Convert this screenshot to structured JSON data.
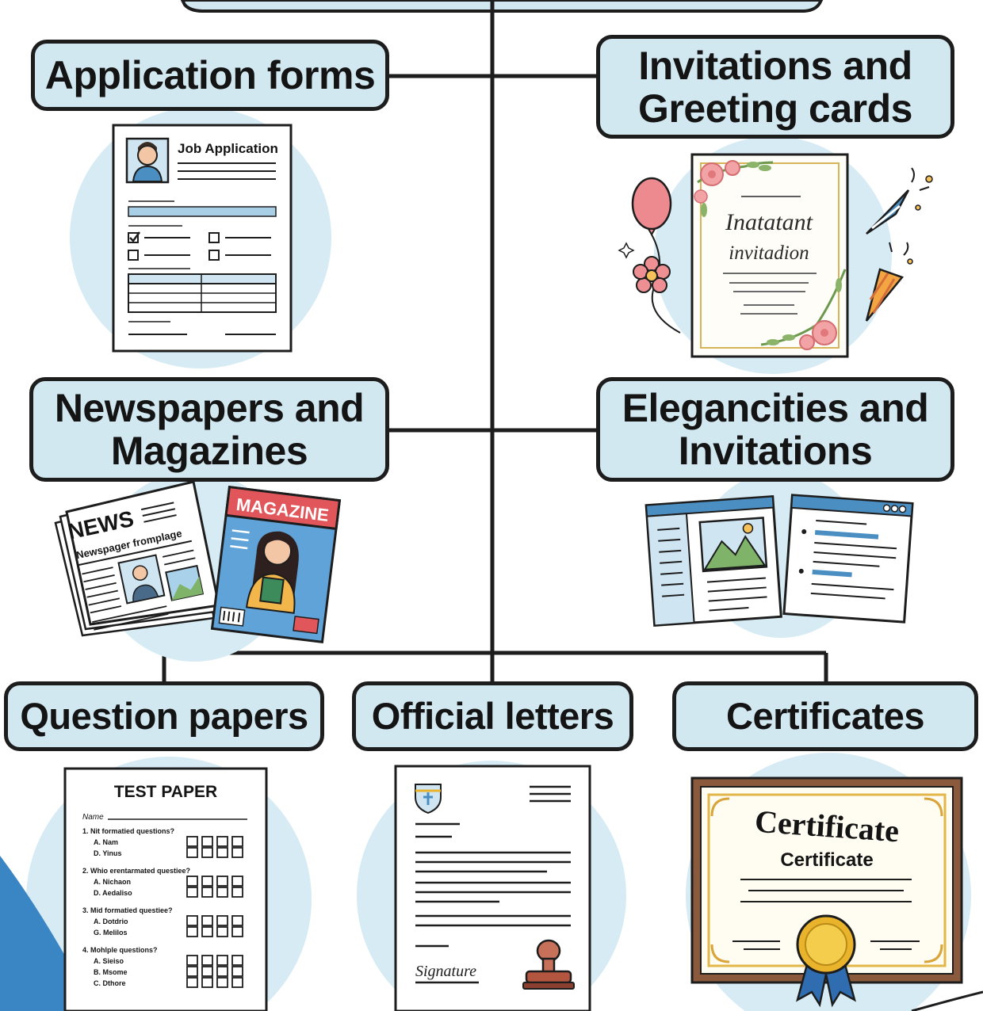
{
  "diagram": {
    "nodes": {
      "application_forms": {
        "label": "Application forms"
      },
      "invitations_greeting": {
        "line1": "Invitations and",
        "line2": "Greeting cards"
      },
      "newspapers_magazines": {
        "line1": "Newspapers and",
        "line2": "Magazines"
      },
      "elegancities_invitations": {
        "line1": "Elegancities and",
        "line2": "Invitations"
      },
      "question_papers": {
        "label": "Question papers"
      },
      "official_letters": {
        "label": "Official letters"
      },
      "certificates": {
        "label": "Certificates"
      }
    },
    "illustrations": {
      "job_application": {
        "title": "Job Application"
      },
      "invitation_card": {
        "script_line1": "Inatatant",
        "script_line2": "invitadion"
      },
      "newspaper": {
        "masthead": "NEWS",
        "subtitle": "Newspager fromplage"
      },
      "magazine": {
        "title": "MAGAZINE"
      },
      "test_paper": {
        "title": "TEST PAPER",
        "name_label": "Name",
        "questions": [
          {
            "q": "1. Nit formatied questions?",
            "options": [
              "A. Nam",
              "D. Yinus"
            ]
          },
          {
            "q": "2. Whio erentarmated questiee?",
            "options": [
              "A. Nichaon",
              "D. Aedaliso"
            ]
          },
          {
            "q": "3. Mid formatied questiee?",
            "options": [
              "A. Dotdrio",
              "G. Melilos"
            ]
          },
          {
            "q": "4. Mohlple questions?",
            "options": [
              "A. Sieiso",
              "B. Msome",
              "C. Dthore"
            ]
          }
        ]
      },
      "official_letter": {
        "signature": "Signature"
      },
      "certificate": {
        "title": "Certificate",
        "subtitle": "Certificate"
      }
    },
    "colors": {
      "label_fill": "#d2e8f1",
      "outline": "#1d1d1d",
      "circle": "#d6ebf3",
      "accent_blue": "#4a8ec2",
      "certificate_frame": "#8b5a3c",
      "gold": "#e9b42c"
    }
  }
}
